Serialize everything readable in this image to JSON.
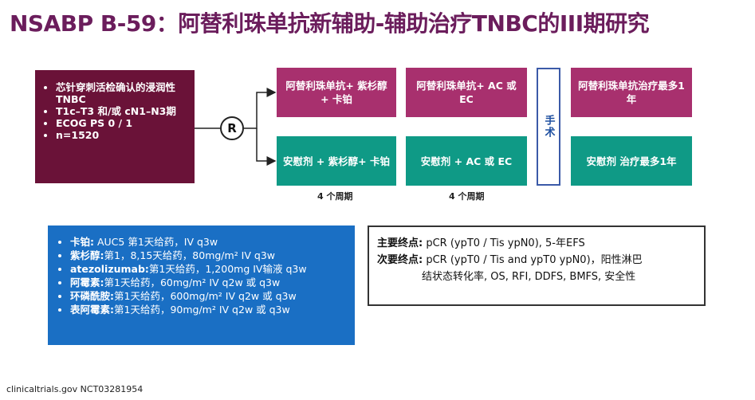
{
  "title": "NSABP B-59：阿替利珠单抗新辅助-辅助治疗TNBC的III期研究",
  "eligibility": {
    "items": [
      "芯针穿刺活检确认的浸润性TNBC",
      "T1c–T3 和/或 cN1–N3期",
      "ECOG PS 0 / 1",
      "n=1520"
    ]
  },
  "randomization_label": "R",
  "arm1": {
    "step1": "阿替利珠单抗+ 紫杉醇+ 卡铂",
    "step2": "阿替利珠单抗+ AC 或 EC",
    "step3": "阿替利珠单抗治疗最多1年"
  },
  "arm2": {
    "step1": "安慰剂 + 紫杉醇+ 卡铂",
    "step2": "安慰剂 + AC 或 EC",
    "step3": "安慰剂 治疗最多1年"
  },
  "surgery_label": "手术",
  "cycles": {
    "phase1": "4 个周期",
    "phase2": "4 个周期"
  },
  "drugs": [
    {
      "name": "卡铂:",
      "detail": " AUC5 第1天给药，IV q3w"
    },
    {
      "name": "紫杉醇:",
      "detail": "第1，8,15天给药，80mg/m² IV q3w"
    },
    {
      "name": "atezolizumab:",
      "detail": "第1天给药，1,200mg IV输液 q3w"
    },
    {
      "name": "阿霉素:",
      "detail": "第1天给药，60mg/m² IV q2w 或 q3w"
    },
    {
      "name": "环磷酰胺:",
      "detail": "第1天给药，600mg/m² IV q2w 或 q3w"
    },
    {
      "name": "表阿霉素:",
      "detail": "第1天给药，90mg/m² IV q2w 或 q3w"
    }
  ],
  "endpoints": {
    "primary_label": "主要终点:",
    "primary_value": " pCR (ypT0 / Tis ypN0), 5-年EFS",
    "secondary_label": "次要终点:",
    "secondary_value_line1": " pCR (ypT0 / Tis and ypT0 ypN0)，阳性淋巴",
    "secondary_value_line2": "结状态转化率, OS, RFI, DDFS, BMFS, 安全性"
  },
  "source": "clinicaltrials.gov NCT03281954"
}
